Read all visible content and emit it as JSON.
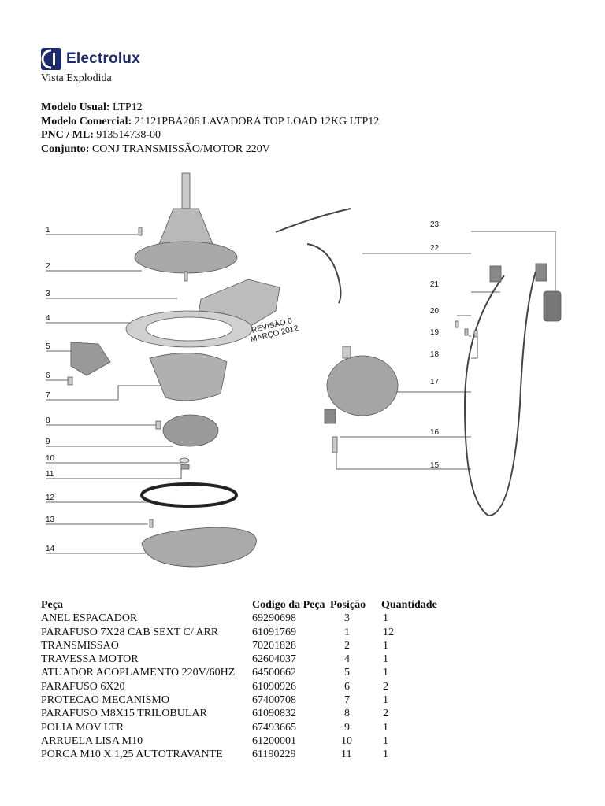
{
  "brand": {
    "name": "Electrolux",
    "color": "#1b2a6e",
    "icon": "electrolux-logo-icon"
  },
  "subtitle": "Vista Explodida",
  "meta": {
    "modelo_usual_label": "Modelo Usual:",
    "modelo_usual": "LTP12",
    "modelo_comercial_label": "Modelo Comercial:",
    "modelo_comercial": "21121PBA206 LAVADORA TOP LOAD 12KG LTP12",
    "pnc_label": "PNC / ML:",
    "pnc": "913514738-00",
    "conjunto_label": "Conjunto:",
    "conjunto": "CONJ TRANSMISSÃO/MOTOR 220V"
  },
  "diagram": {
    "callouts": [
      "1",
      "2",
      "3",
      "4",
      "5",
      "6",
      "7",
      "8",
      "9",
      "10",
      "11",
      "12",
      "13",
      "14",
      "15",
      "16",
      "17",
      "18",
      "19",
      "20",
      "21",
      "22",
      "23"
    ],
    "stamp_line1": "REVISÃO 0",
    "stamp_line2": "MARÇO/2012"
  },
  "table": {
    "headers": [
      "Peça",
      "Codigo da Peça",
      "Posição",
      "Quantidade"
    ],
    "rows": [
      [
        "ANEL ESPACADOR",
        "69290698",
        "3",
        "1"
      ],
      [
        "PARAFUSO 7X28 CAB SEXT C/ ARR",
        "61091769",
        "1",
        "12"
      ],
      [
        "TRANSMISSAO",
        "70201828",
        "2",
        "1"
      ],
      [
        "TRAVESSA MOTOR",
        "62604037",
        "4",
        "1"
      ],
      [
        "ATUADOR ACOPLAMENTO 220V/60HZ",
        "64500662",
        "5",
        "1"
      ],
      [
        "PARAFUSO 6X20",
        "61090926",
        "6",
        "2"
      ],
      [
        "PROTECAO MECANISMO",
        "67400708",
        "7",
        "1"
      ],
      [
        "PARAFUSO M8X15 TRILOBULAR",
        "61090832",
        "8",
        "2"
      ],
      [
        "POLIA MOV LTR",
        "67493665",
        "9",
        "1"
      ],
      [
        "ARRUELA LISA M10",
        "61200001",
        "10",
        "1"
      ],
      [
        "PORCA M10 X 1,25 AUTOTRAVANTE",
        "61190229",
        "11",
        "1"
      ]
    ]
  }
}
